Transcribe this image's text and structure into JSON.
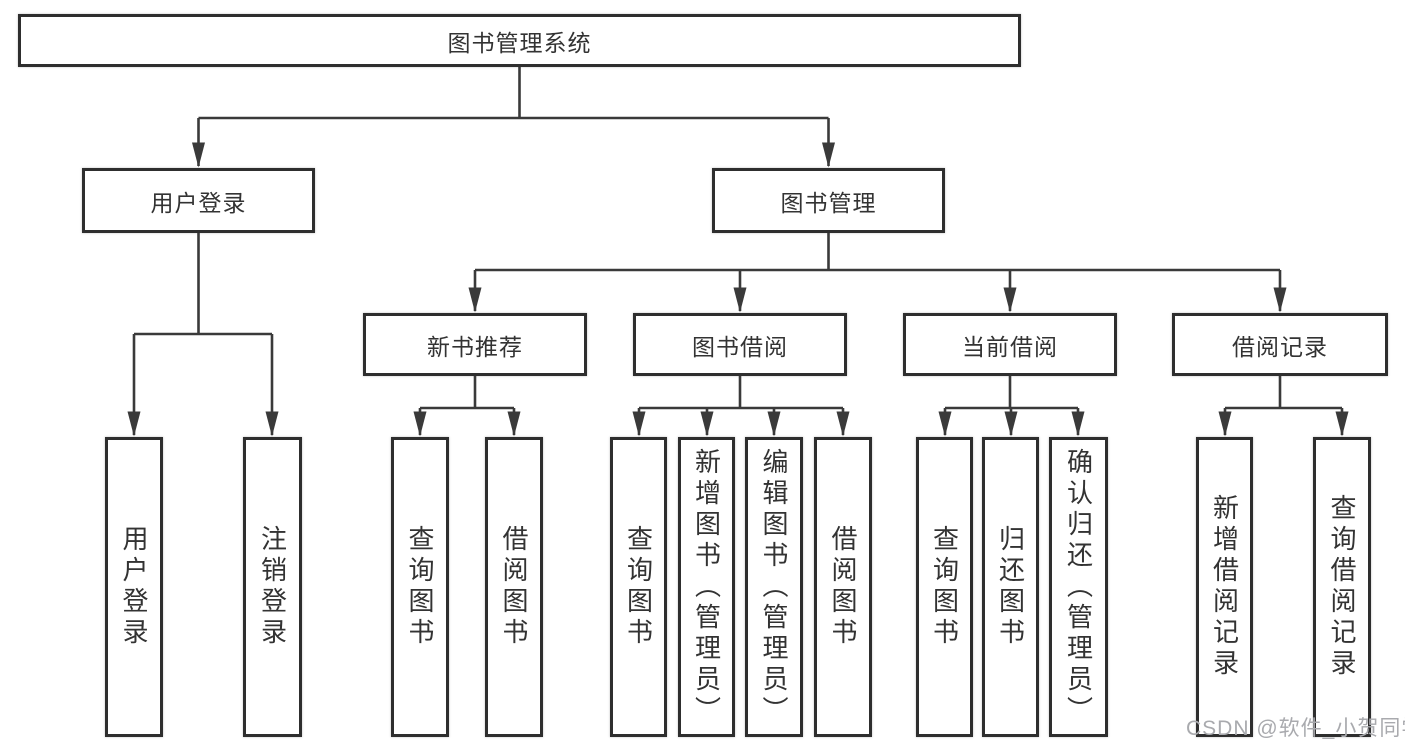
{
  "nodes": {
    "root": "图书管理系统",
    "user_login": "用户登录",
    "book_mgmt": "图书管理",
    "ul_c1": "用户登录",
    "ul_c2": "注销登录",
    "new_rec": "新书推荐",
    "book_borrow": "图书借阅",
    "current_borrow": "当前借阅",
    "borrow_records": "借阅记录",
    "nr_c1": "查询图书",
    "nr_c2": "借阅图书",
    "bb_c1": "查询图书",
    "bb_c2": "新增图书（管理员）",
    "bb_c3": "编辑图书（管理员）",
    "bb_c4": "借阅图书",
    "cb_c1": "查询图书",
    "cb_c2": "归还图书",
    "cb_c3": "确认归还（管理员）",
    "br_c1": "新增借阅记录",
    "br_c2": "查询借阅记录"
  },
  "watermark": "CSDN @软件_小贺同学",
  "colors": {
    "line": "#3a3a3a",
    "box_border": "#2e2e2e",
    "text": "#333333",
    "watermark": "#a9aaae",
    "background": "#ffffff"
  }
}
